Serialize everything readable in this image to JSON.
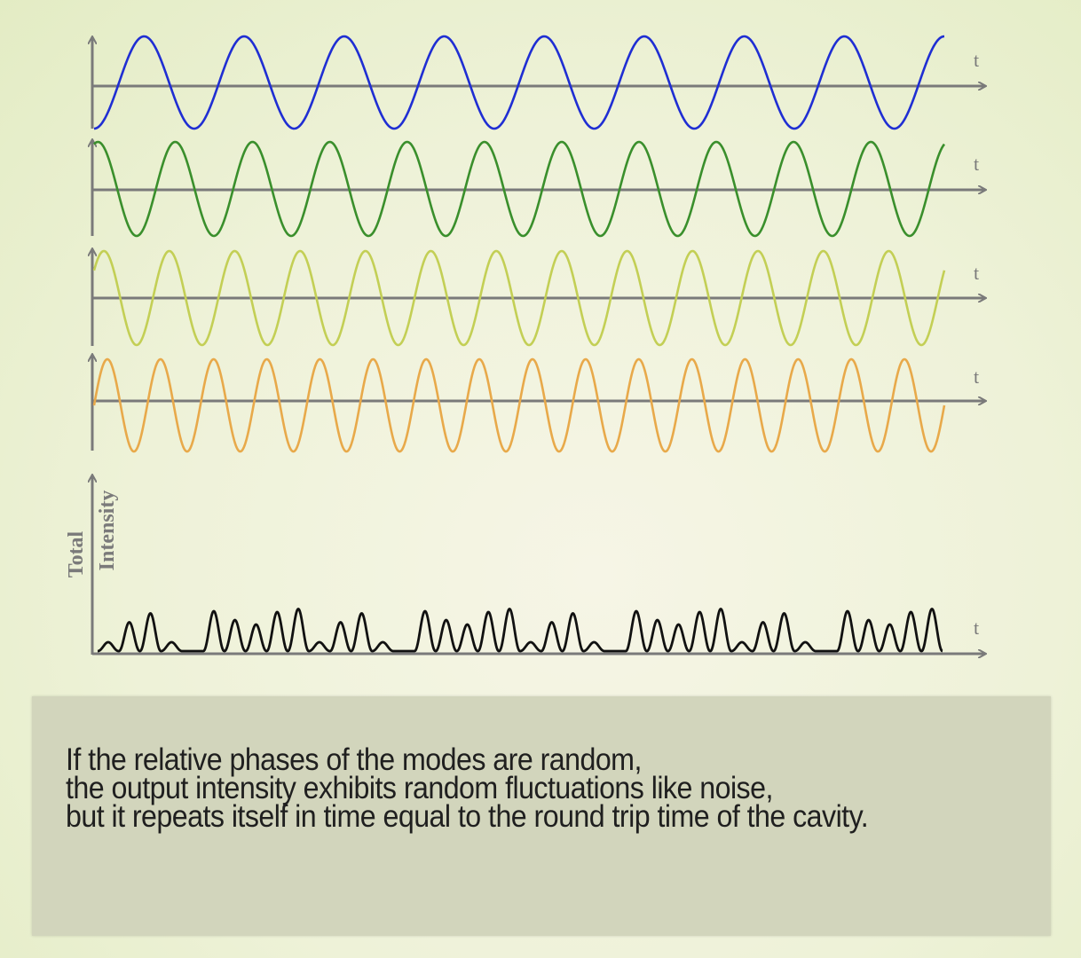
{
  "colors": {
    "axis": "#7a7a7a",
    "mode_1": "#1f2ed3",
    "mode_2": "#3a8f2c",
    "mode_3": "#c3cf55",
    "mode_4": "#e8a94a",
    "intensity": "#111111"
  },
  "chart_data": {
    "type": "line",
    "x_axis_label": "t",
    "y_label_intensity": [
      "Total",
      "Intensity"
    ],
    "series": [
      {
        "color": "#1f2ed3",
        "cycles": 8.5,
        "phase": 0.75
      },
      {
        "color": "#3a8f2c",
        "cycles": 11.0,
        "phase": 0.2
      },
      {
        "color": "#c3cf55",
        "cycles": 13.0,
        "phase": 0.1
      },
      {
        "color": "#e8a94a",
        "cycles": 16.0,
        "phase": 0.0
      }
    ],
    "intensity": {
      "color": "#111111",
      "repeats": 4,
      "pulse_heights": [
        0.2,
        0.65,
        0.85,
        0.2,
        0.0,
        0.9,
        0.7,
        0.6,
        0.88,
        0.95
      ]
    }
  },
  "caption": {
    "line_1": "If the relative phases of the modes are random,",
    "line_2": "the output intensity exhibits random fluctuations like noise,",
    "line_3": "but it repeats itself in time equal to the round trip time of the cavity."
  }
}
